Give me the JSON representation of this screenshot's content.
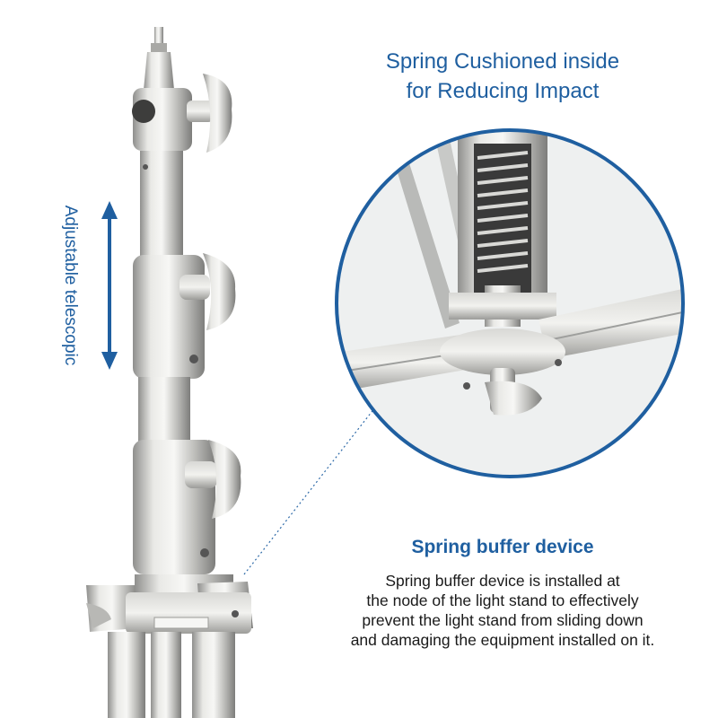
{
  "labels": {
    "adjustable": "Adjustable telescopic",
    "top_title_line1": "Spring Cushioned inside",
    "top_title_line2": "for Reducing Impact",
    "heading": "Spring buffer device",
    "description_lines": [
      "Spring buffer device is installed at",
      "the node of the light stand to effectively",
      "prevent the light stand from sliding down",
      "and damaging the equipment installed on it."
    ]
  },
  "colors": {
    "accent": "#1f5fa0",
    "text": "#1a1a1a",
    "metal": "#c9c9c6"
  }
}
